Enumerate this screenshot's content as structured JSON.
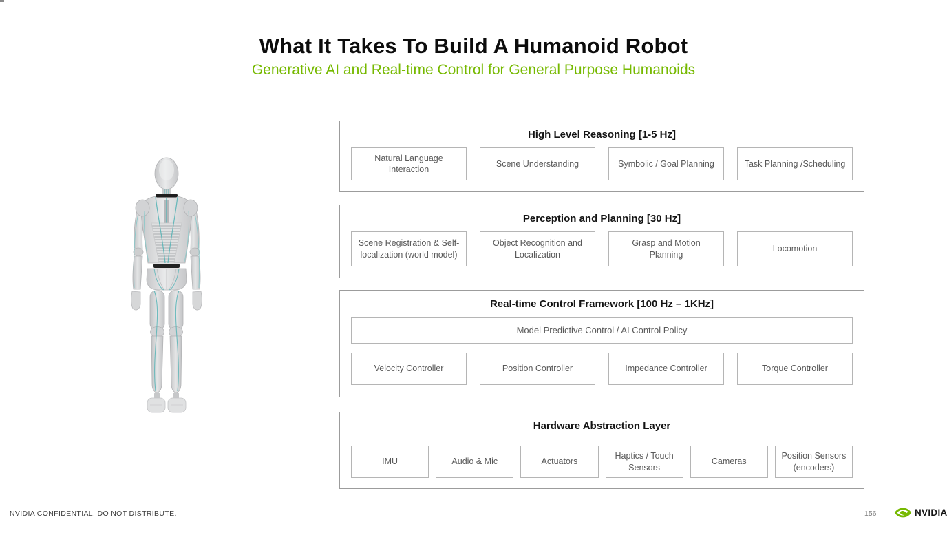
{
  "slide": {
    "title": "What It Takes To Build A Humanoid Robot",
    "subtitle": "Generative AI and Real-time Control for General Purpose Humanoids"
  },
  "colors": {
    "accent_green": "#76b900",
    "section_border": "#9c9c9c",
    "box_border": "#b5b5b5",
    "box_text": "#595959",
    "robot_accent_teal": "#58b4b6"
  },
  "robot": {
    "name": "humanoid-robot-back-view"
  },
  "diagram": {
    "sections": [
      {
        "id": "high-level-reasoning",
        "title": "High Level Reasoning [1-5 Hz]",
        "boxes": [
          "Natural Language\nInteraction",
          "Scene Understanding",
          "Symbolic / Goal Planning",
          "Task Planning /Scheduling"
        ]
      },
      {
        "id": "perception-and-planning",
        "title": "Perception and Planning [30 Hz]",
        "boxes": [
          "Scene Registration & Self-\nlocalization (world model)",
          "Object Recognition and\nLocalization",
          "Grasp and Motion\nPlanning",
          "Locomotion"
        ]
      },
      {
        "id": "real-time-control-framework",
        "title": "Real-time Control Framework [100 Hz – 1KHz]",
        "wide_box": "Model Predictive Control / AI Control Policy",
        "boxes": [
          "Velocity Controller",
          "Position Controller",
          "Impedance Controller",
          "Torque Controller"
        ]
      },
      {
        "id": "hardware-abstraction-layer",
        "title": "Hardware Abstraction Layer",
        "boxes": [
          "IMU",
          "Audio & Mic",
          "Actuators",
          "Haptics / Touch\nSensors",
          "Cameras",
          "Position Sensors\n(encoders)"
        ]
      }
    ]
  },
  "footer": {
    "confidential": "NVIDIA CONFIDENTIAL. DO NOT DISTRIBUTE.",
    "page_number": "156",
    "logo_text": "NVIDIA."
  }
}
